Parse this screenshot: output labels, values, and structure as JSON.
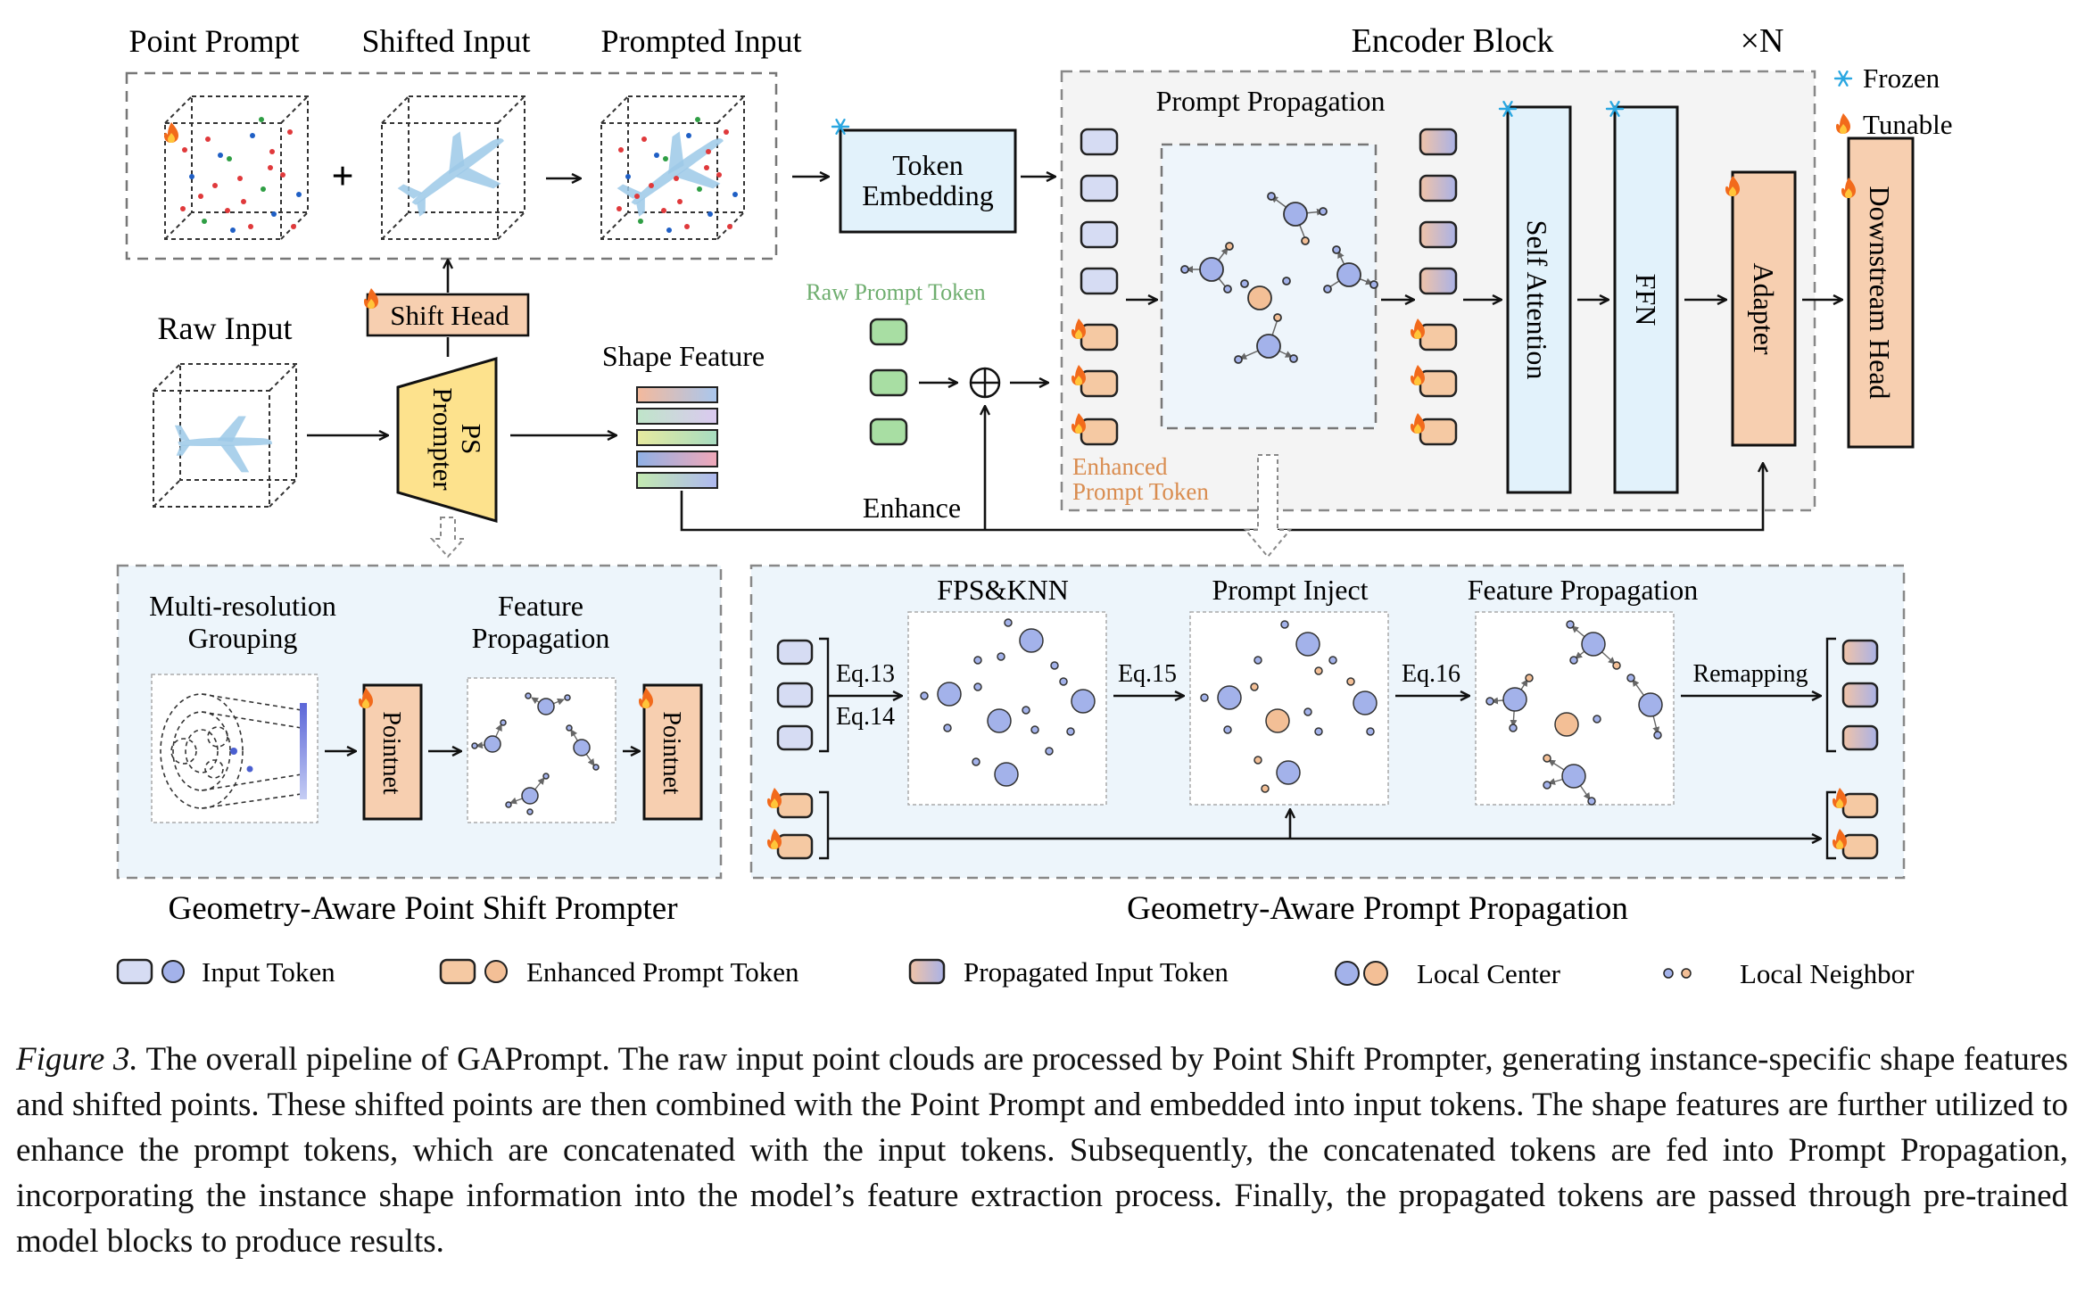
{
  "labels": {
    "point_prompt": "Point Prompt",
    "shifted_input": "Shifted Input",
    "prompted_input": "Prompted Input",
    "encoder_block": "Encoder Block",
    "times_n": "×N",
    "frozen": "Frozen",
    "tunable": "Tunable",
    "token_embedding_1": "Token",
    "token_embedding_2": "Embedding",
    "prompt_propagation": "Prompt Propagation",
    "self_attention": "Self Attention",
    "ffn": "FFN",
    "adapter": "Adapter",
    "downstream_head": "Downstream Head",
    "raw_prompt_token": "Raw Prompt Token",
    "raw_input": "Raw Input",
    "shift_head": "Shift Head",
    "ps_prompter_1": "PS",
    "ps_prompter_2": "Prompter",
    "shape_feature": "Shape Feature",
    "enhanced_prompt_token_1": "Enhanced",
    "enhanced_prompt_token_2": "Prompt Token",
    "enhance": "Enhance",
    "plus": "+",
    "oplus": "⊕",
    "multi_resolution_1": "Multi-resolution",
    "multi_resolution_2": "Grouping",
    "feature_propagation_1": "Feature",
    "feature_propagation_2": "Propagation",
    "pointnet": "Pointnet",
    "fps_knn": "FPS&KNN",
    "prompt_inject": "Prompt Inject",
    "feature_propagation_full": "Feature Propagation",
    "eq13": "Eq.13",
    "eq14": "Eq.14",
    "eq15": "Eq.15",
    "eq16": "Eq.16",
    "remapping": "Remapping",
    "section_left": "Geometry-Aware Point Shift Prompter",
    "section_right": "Geometry-Aware Prompt Propagation"
  },
  "legend": [
    {
      "label": "Input Token"
    },
    {
      "label": "Enhanced Prompt Token"
    },
    {
      "label": "Propagated Input Token"
    },
    {
      "label": "Local Center"
    },
    {
      "label": "Local Neighbor"
    }
  ],
  "caption": {
    "figure_label": "Figure 3.",
    "text": " The overall pipeline of GAPrompt.  The raw input point clouds are processed by Point Shift Prompter, generating instance-specific shape features and shifted points. These shifted points are then combined with the Point Prompt and embedded into input tokens. The shape features are further utilized to enhance the prompt tokens, which are concatenated with the input tokens. Subsequently, the concatenated tokens are fed into Prompt Propagation, incorporating the instance shape information into the model’s feature extraction process. Finally, the propagated tokens are passed through pre-trained model blocks to produce results."
  },
  "colors": {
    "input_token": "#d6dcf3",
    "prompt_token": "#f5c9a3",
    "raw_prompt": "#a8dea3",
    "frozen_block": "#e2f2fb",
    "tunable_block": "#f7cfb0",
    "prompter": "#fde28d",
    "center_blue": "#a3b2ea",
    "center_orange": "#f3bf96"
  },
  "icons": [
    "snowflake-icon",
    "flame-icon",
    "plus-circle-icon",
    "point-cloud-icon",
    "airplane-icon"
  ]
}
